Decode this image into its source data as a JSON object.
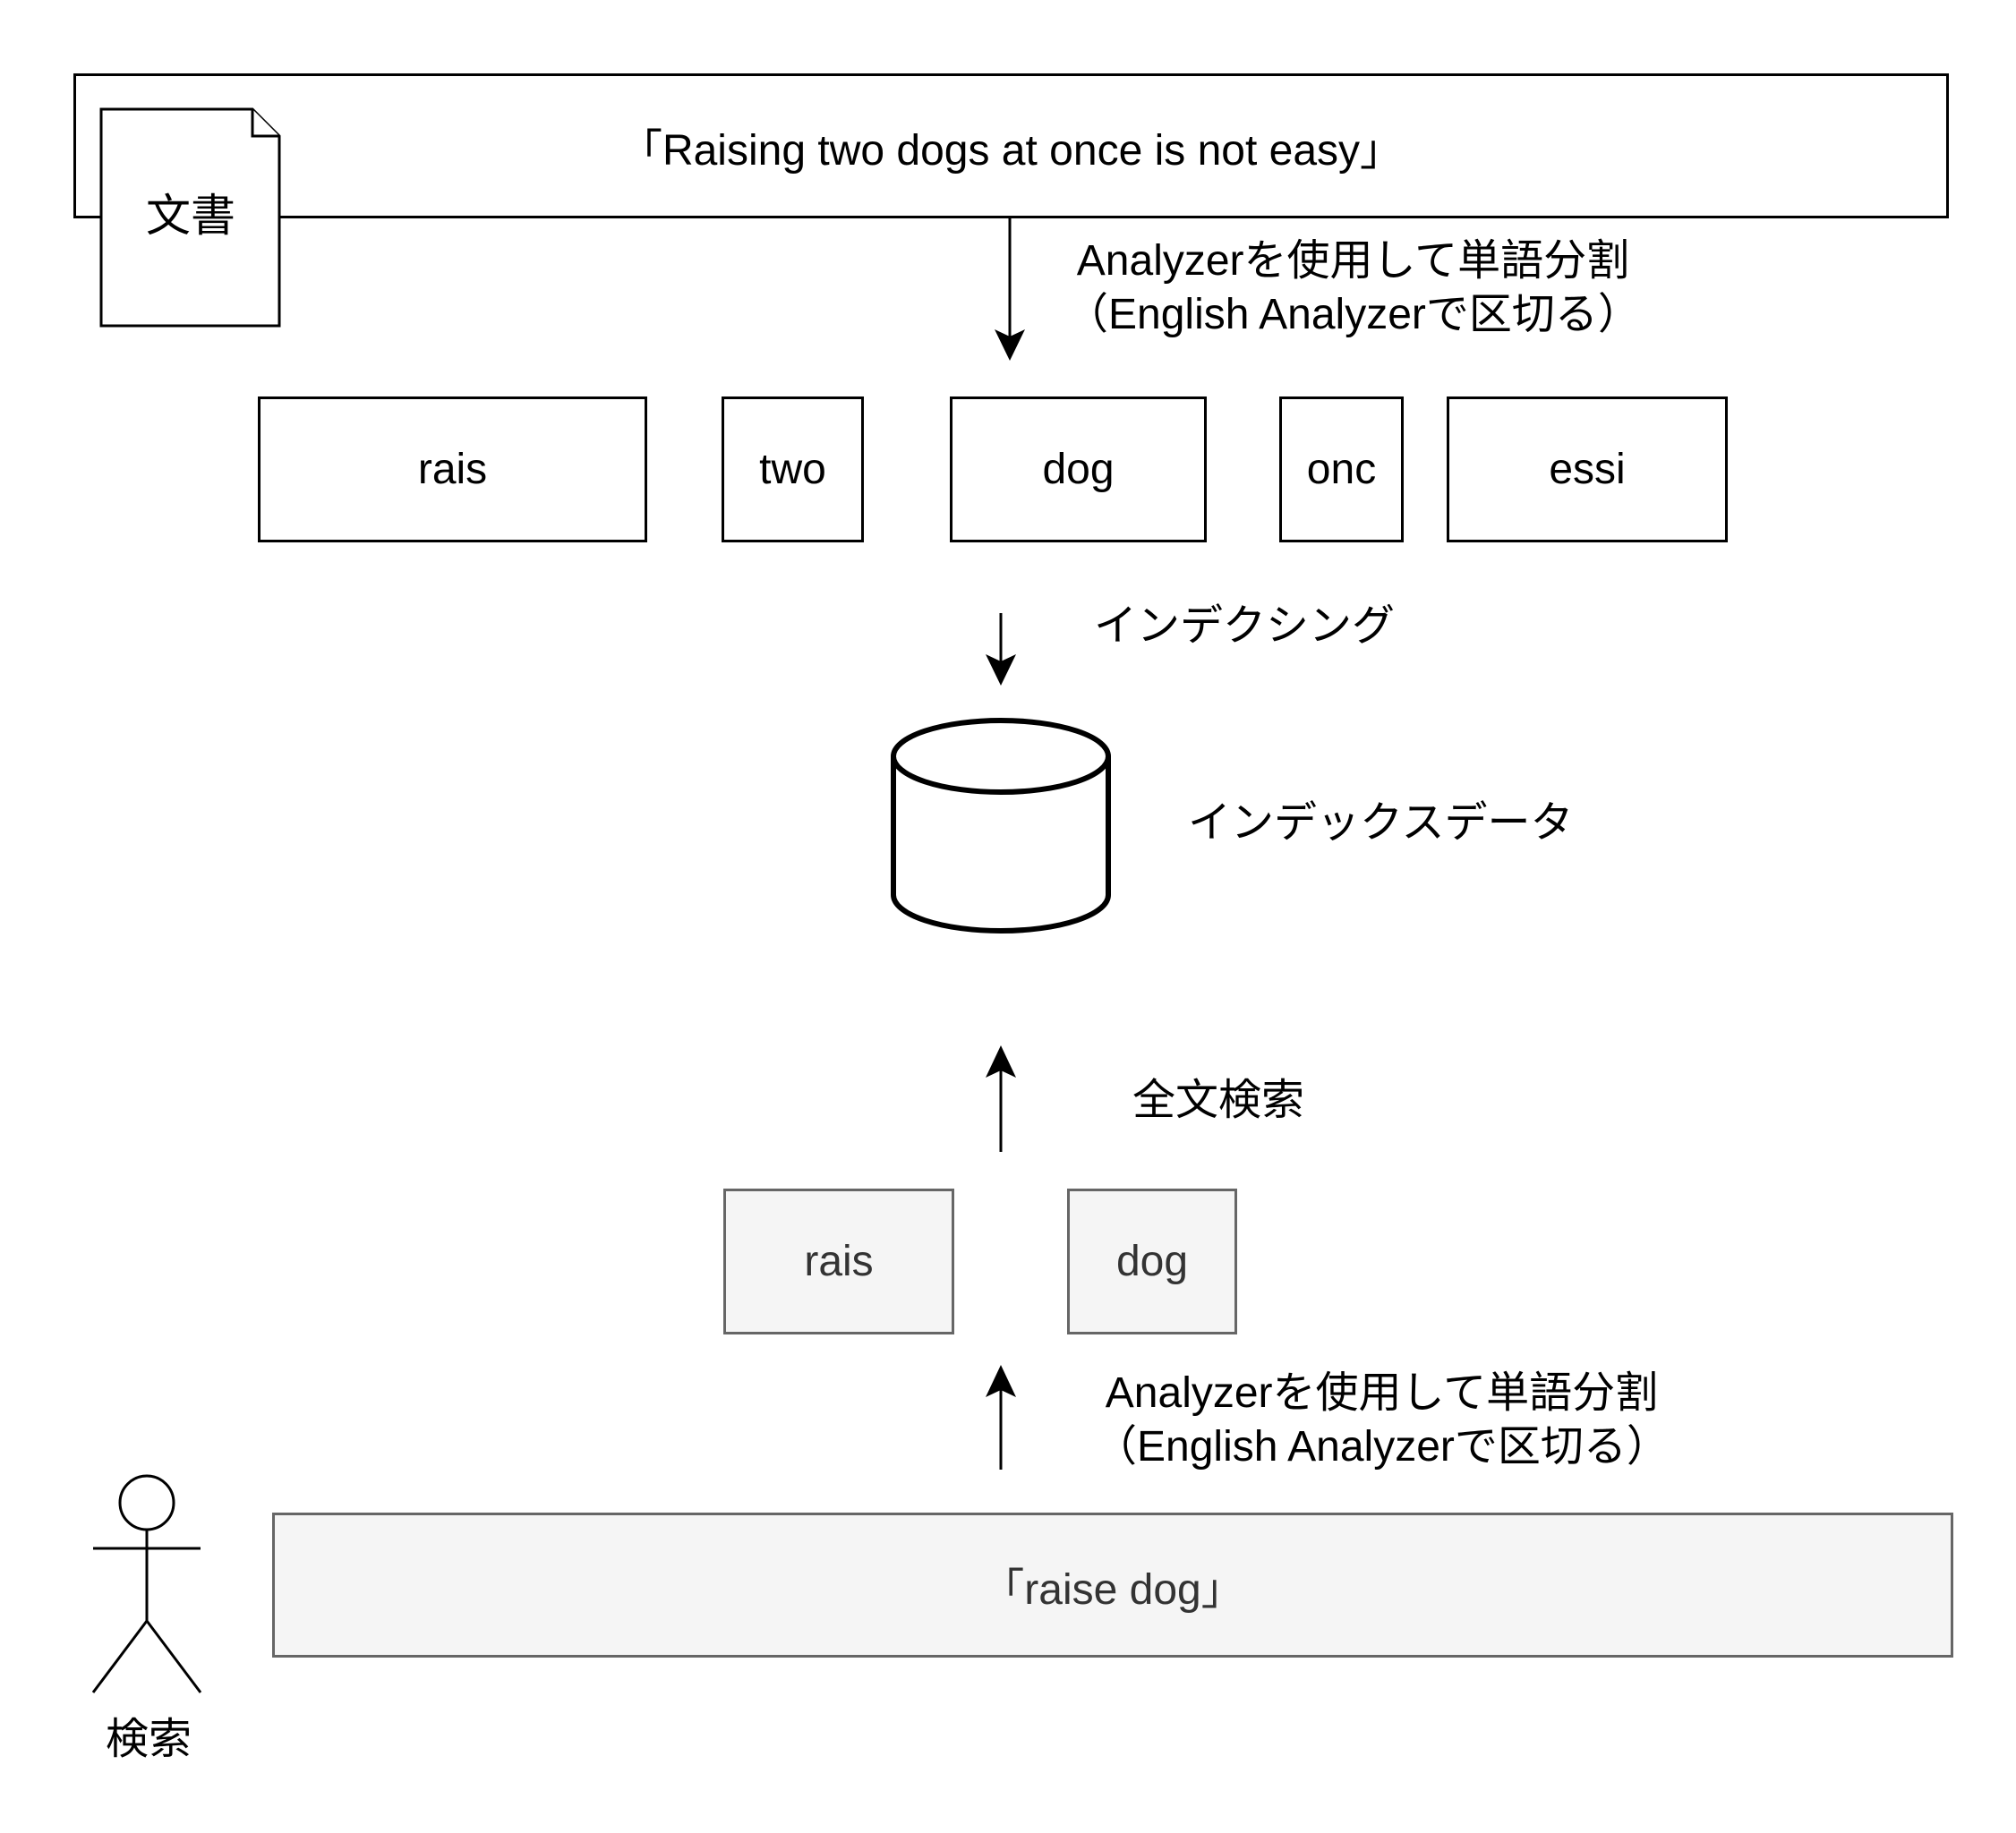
{
  "document": {
    "sentence": "「Raising two dogs at once is not easy」",
    "icon_label": "文書"
  },
  "analyzer_top": {
    "line1": "Analyzerを使用して単語分割",
    "line2": "（English Analyzerで区切る）"
  },
  "tokens": [
    "rais",
    "two",
    "dog",
    "onc",
    "essi"
  ],
  "indexing_label": "インデクシング",
  "index_data_label": "インデックスデータ",
  "fulltext_label": "全文検索",
  "query_tokens": [
    "rais",
    "dog"
  ],
  "analyzer_bottom": {
    "line1": "Analyzerを使用して単語分割",
    "line2": "（English Analyzerで区切る）"
  },
  "query": "「raise dog」",
  "user_label": "検索"
}
